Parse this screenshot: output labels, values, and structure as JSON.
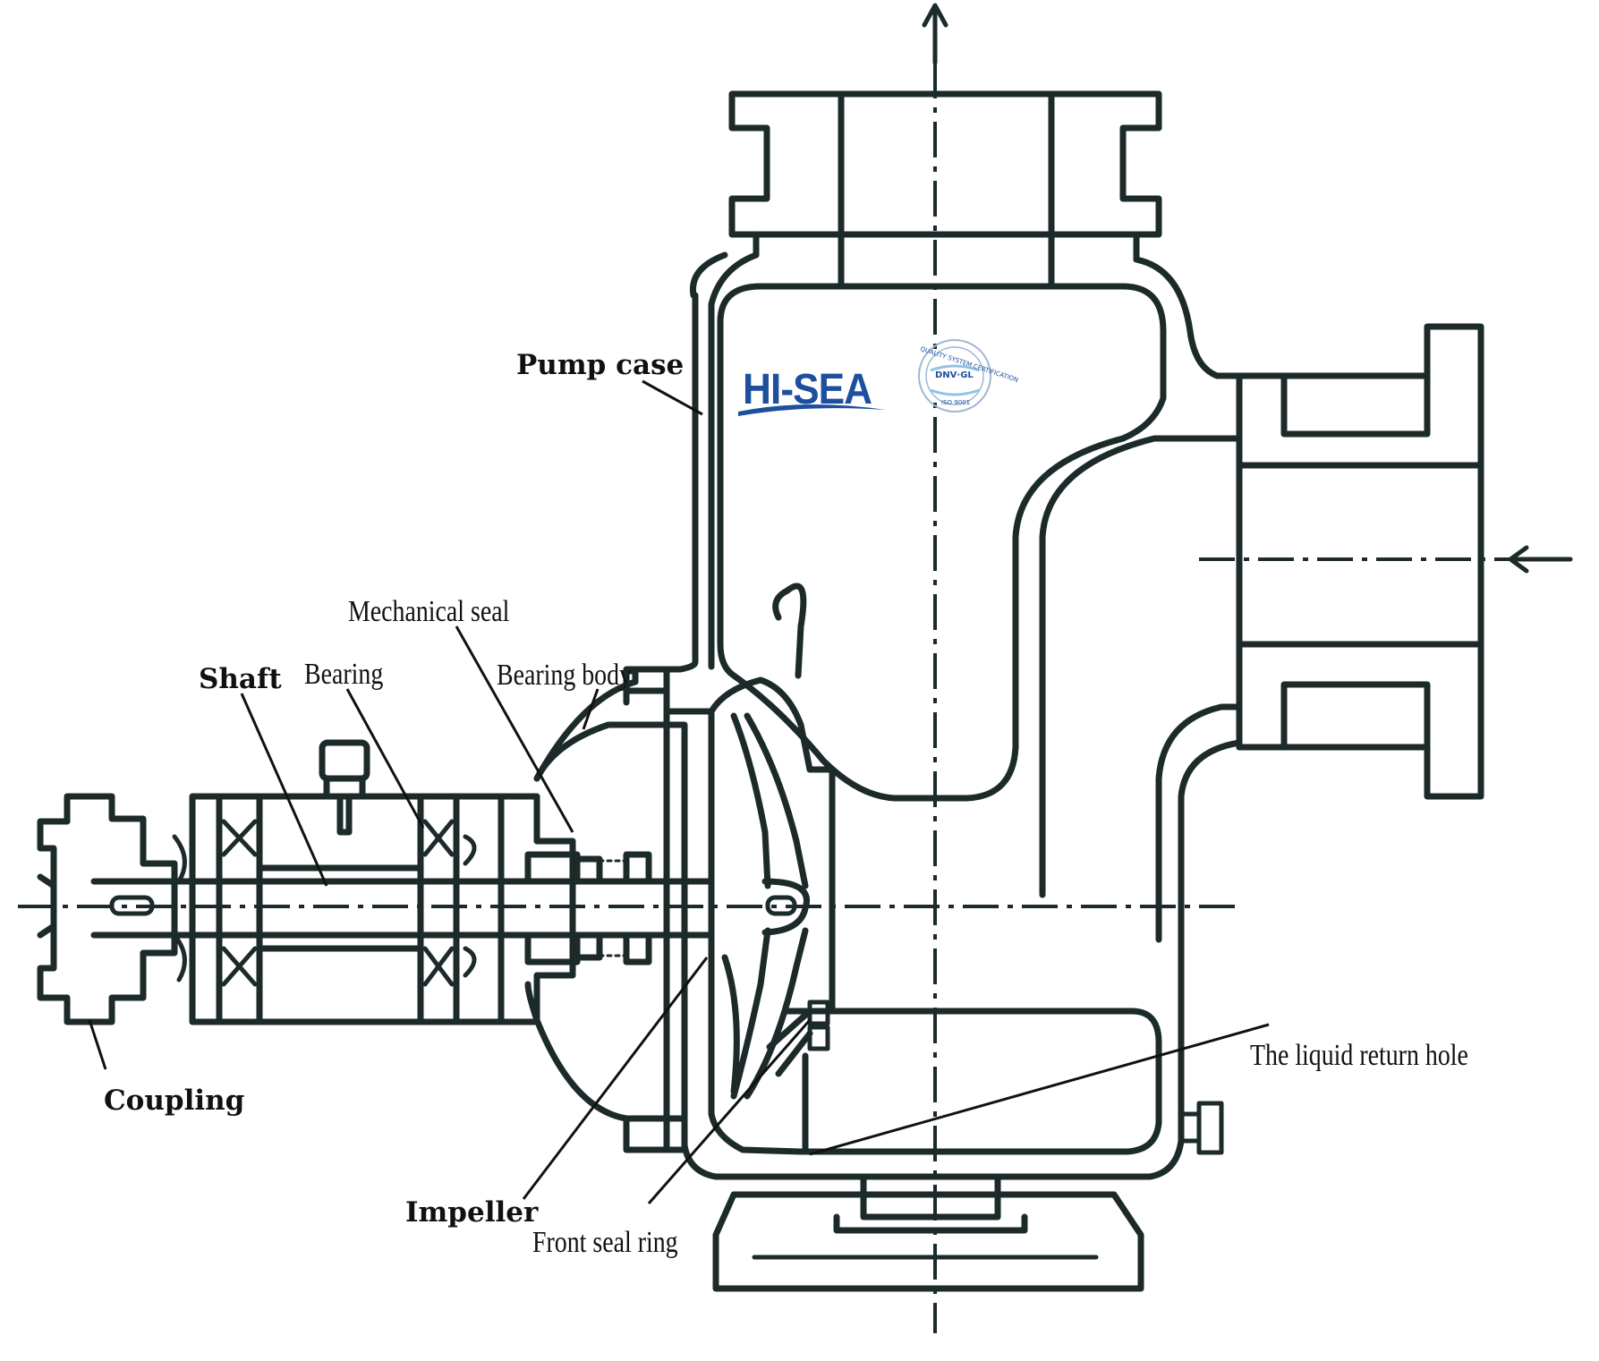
{
  "labels": {
    "pump_case": "Pump case",
    "mechanical_seal": "Mechanical seal",
    "shaft": "Shaft",
    "bearing": "Bearing",
    "bearing_body": "Bearing body",
    "coupling": "Coupling",
    "impeller": "Impeller",
    "front_seal_ring": "Front seal ring",
    "liquid_return_hole": "The liquid return hole"
  },
  "logo": {
    "brand": "HI-SEA",
    "cert_name": "DNV·GL",
    "cert_ring": "QUALITY SYSTEM CERTIFICATION",
    "cert_std": "ISO 9001"
  },
  "colors": {
    "line": "#1c2a2a",
    "brand_blue": "#1d4f9c"
  }
}
